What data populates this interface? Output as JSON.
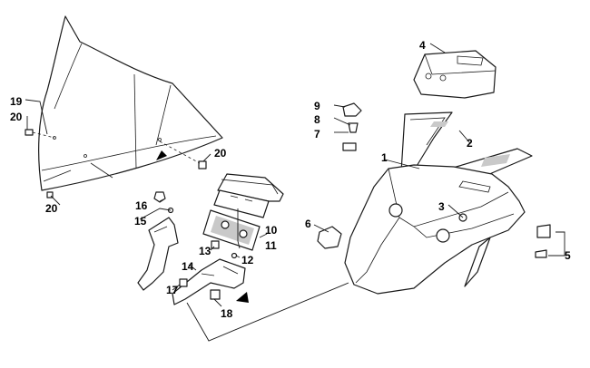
{
  "callouts": {
    "c1": "1",
    "c2": "2",
    "c3": "3",
    "c4": "4",
    "c5": "5",
    "c6": "6",
    "c7": "7",
    "c8": "8",
    "c9": "9",
    "c10": "10",
    "c11": "11",
    "c12": "12",
    "c13": "13",
    "c14": "14",
    "c15": "15",
    "c16": "16",
    "c17": "17",
    "c18": "18",
    "c19": "19",
    "c20a": "20",
    "c20b": "20",
    "c20c": "20"
  },
  "colors": {
    "line": "#1a1a1a",
    "shading": "#c9c9c9",
    "background": "#ffffff"
  }
}
